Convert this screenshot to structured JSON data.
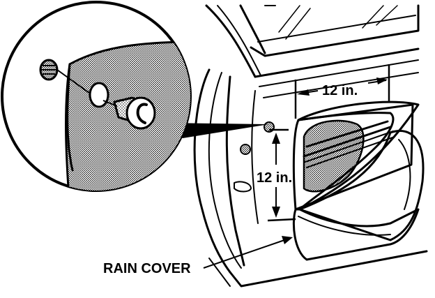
{
  "labels": {
    "width_measure": "12 in.",
    "height_measure": "12 in.",
    "rain_cover": "RAIN COVER"
  },
  "colors": {
    "ink": "#000000",
    "paper": "#ffffff"
  },
  "icons": {
    "detail_magnifier": "magnified-circle-detail",
    "clip": "push-clip-fastener"
  }
}
